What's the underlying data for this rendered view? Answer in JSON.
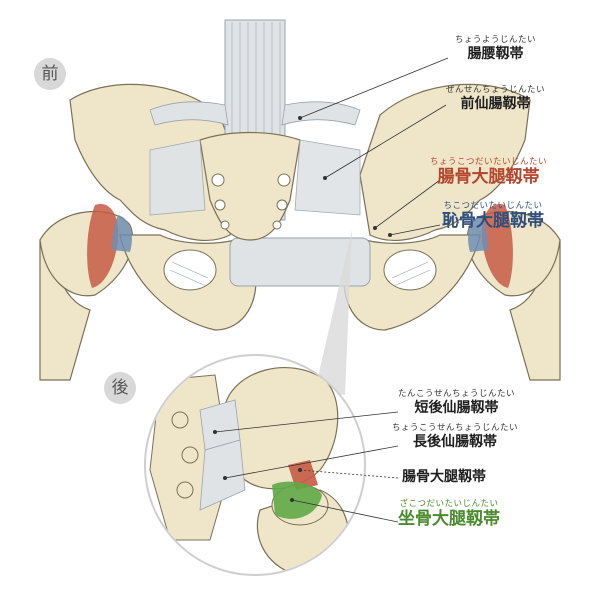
{
  "views": {
    "front_label": "前",
    "back_label": "後"
  },
  "labels": [
    {
      "id": "iliolumbar",
      "ruby": "ちょうようじんたい",
      "text": "腸腰靱帯",
      "color": "#1e1e1e"
    },
    {
      "id": "anterior-sacroiliac",
      "ruby": "ぜんせんちょうじんたい",
      "text": "前仙腸靱帯",
      "color": "#1e1e1e"
    },
    {
      "id": "iliofemoral-front",
      "ruby": "ちょうこつだいたいじんたい",
      "text": "腸骨大腿靱帯",
      "color": "#b4452c"
    },
    {
      "id": "pubofemoral",
      "ruby": "ちこつだいたいじんたい",
      "text": "恥骨大腿靱帯",
      "color": "#2f4e7c"
    },
    {
      "id": "short-posterior-sacroiliac",
      "ruby": "たんこうせんちょうじんたい",
      "text": "短後仙腸靱帯",
      "color": "#1e1e1e"
    },
    {
      "id": "long-posterior-sacroiliac",
      "ruby": "ちょうこうせんちょうじんたい",
      "text": "長後仙腸靱帯",
      "color": "#1e1e1e"
    },
    {
      "id": "iliofemoral-back",
      "ruby": "",
      "text": "腸骨大腿靱帯",
      "color": "#1e1e1e"
    },
    {
      "id": "ischiofemoral",
      "ruby": "ざこつだいたいじんたい",
      "text": "坐骨大腿靱帯",
      "color": "#4b8b2e"
    }
  ],
  "colors": {
    "bone": "#efe6c9",
    "bone_shadow": "#d9cda6",
    "outline": "#7a7058",
    "ligament_gray": "#dfe3e6",
    "ligament_line": "#9aa3aa",
    "iliofemoral": "#c65a45",
    "pubofemoral": "#6f8db3",
    "ischiofemoral": "#5fa847",
    "badge_bg": "#d8d8d8"
  }
}
